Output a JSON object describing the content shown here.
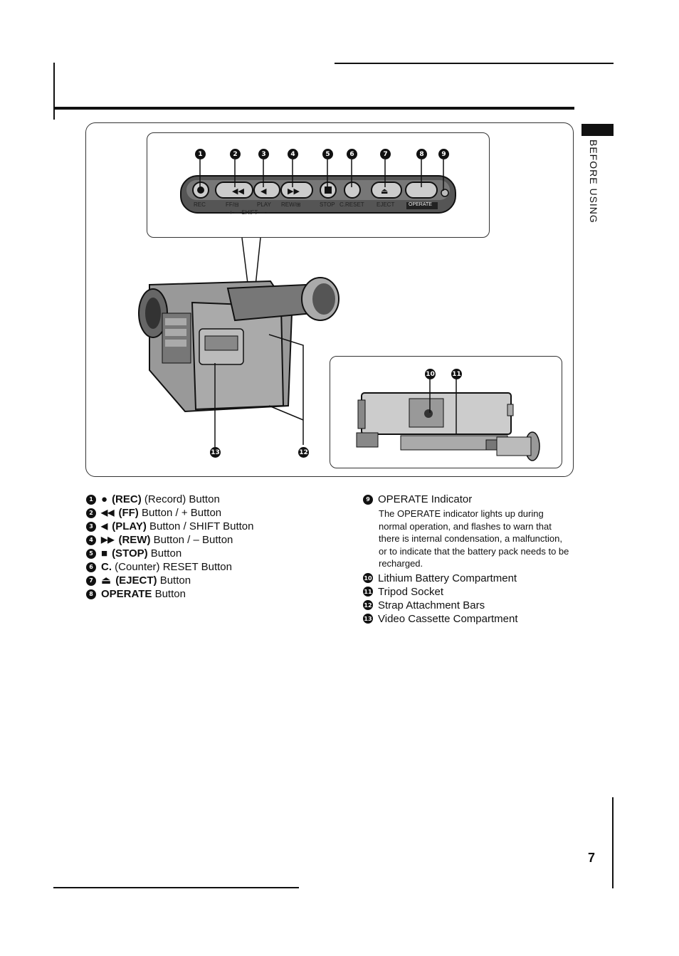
{
  "side_tab": {
    "text": "BEFORE USING"
  },
  "page_number": "7",
  "camera_labels": {
    "rec": "REC",
    "ff": "FF/⊟",
    "play": "PLAY",
    "rew": "REW/⊞",
    "stop": "STOP",
    "creset": "C.RESET",
    "eject": "EJECT",
    "operate": "OPERATE",
    "shift": "+ — SHIFT — –"
  },
  "callout_numbers": [
    "1",
    "2",
    "3",
    "4",
    "5",
    "6",
    "7",
    "8",
    "9",
    "10",
    "11",
    "12",
    "13"
  ],
  "left_items": [
    {
      "num": "1",
      "symbol": "●",
      "bold": "(REC)",
      "text": "(Record) Button"
    },
    {
      "num": "2",
      "symbol": "◀◀",
      "bold": "(FF)",
      "text": "Button / + Button"
    },
    {
      "num": "3",
      "symbol": "◀",
      "bold": "(PLAY)",
      "text": "Button / SHIFT Button"
    },
    {
      "num": "4",
      "symbol": "▶▶",
      "bold": "(REW)",
      "text": "Button / – Button"
    },
    {
      "num": "5",
      "symbol": "■",
      "bold": "(STOP)",
      "text": "Button"
    },
    {
      "num": "6",
      "symbol": "",
      "bold": "C.",
      "text": "(Counter) RESET Button"
    },
    {
      "num": "7",
      "symbol": "⏏",
      "bold": "(EJECT)",
      "text": "Button"
    },
    {
      "num": "8",
      "symbol": "",
      "bold": "OPERATE",
      "text": "Button"
    }
  ],
  "operate_indicator": {
    "num": "9",
    "title": "OPERATE Indicator",
    "description": "The OPERATE indicator lights up during normal operation, and flashes to warn that there is internal condensation, a malfunction, or to indicate that the battery pack needs to be recharged."
  },
  "right_items": [
    {
      "num": "10",
      "text": "Lithium Battery Compartment"
    },
    {
      "num": "11",
      "text": "Tripod Socket"
    },
    {
      "num": "12",
      "text": "Strap Attachment Bars"
    },
    {
      "num": "13",
      "text": "Video Cassette Compartment"
    }
  ]
}
